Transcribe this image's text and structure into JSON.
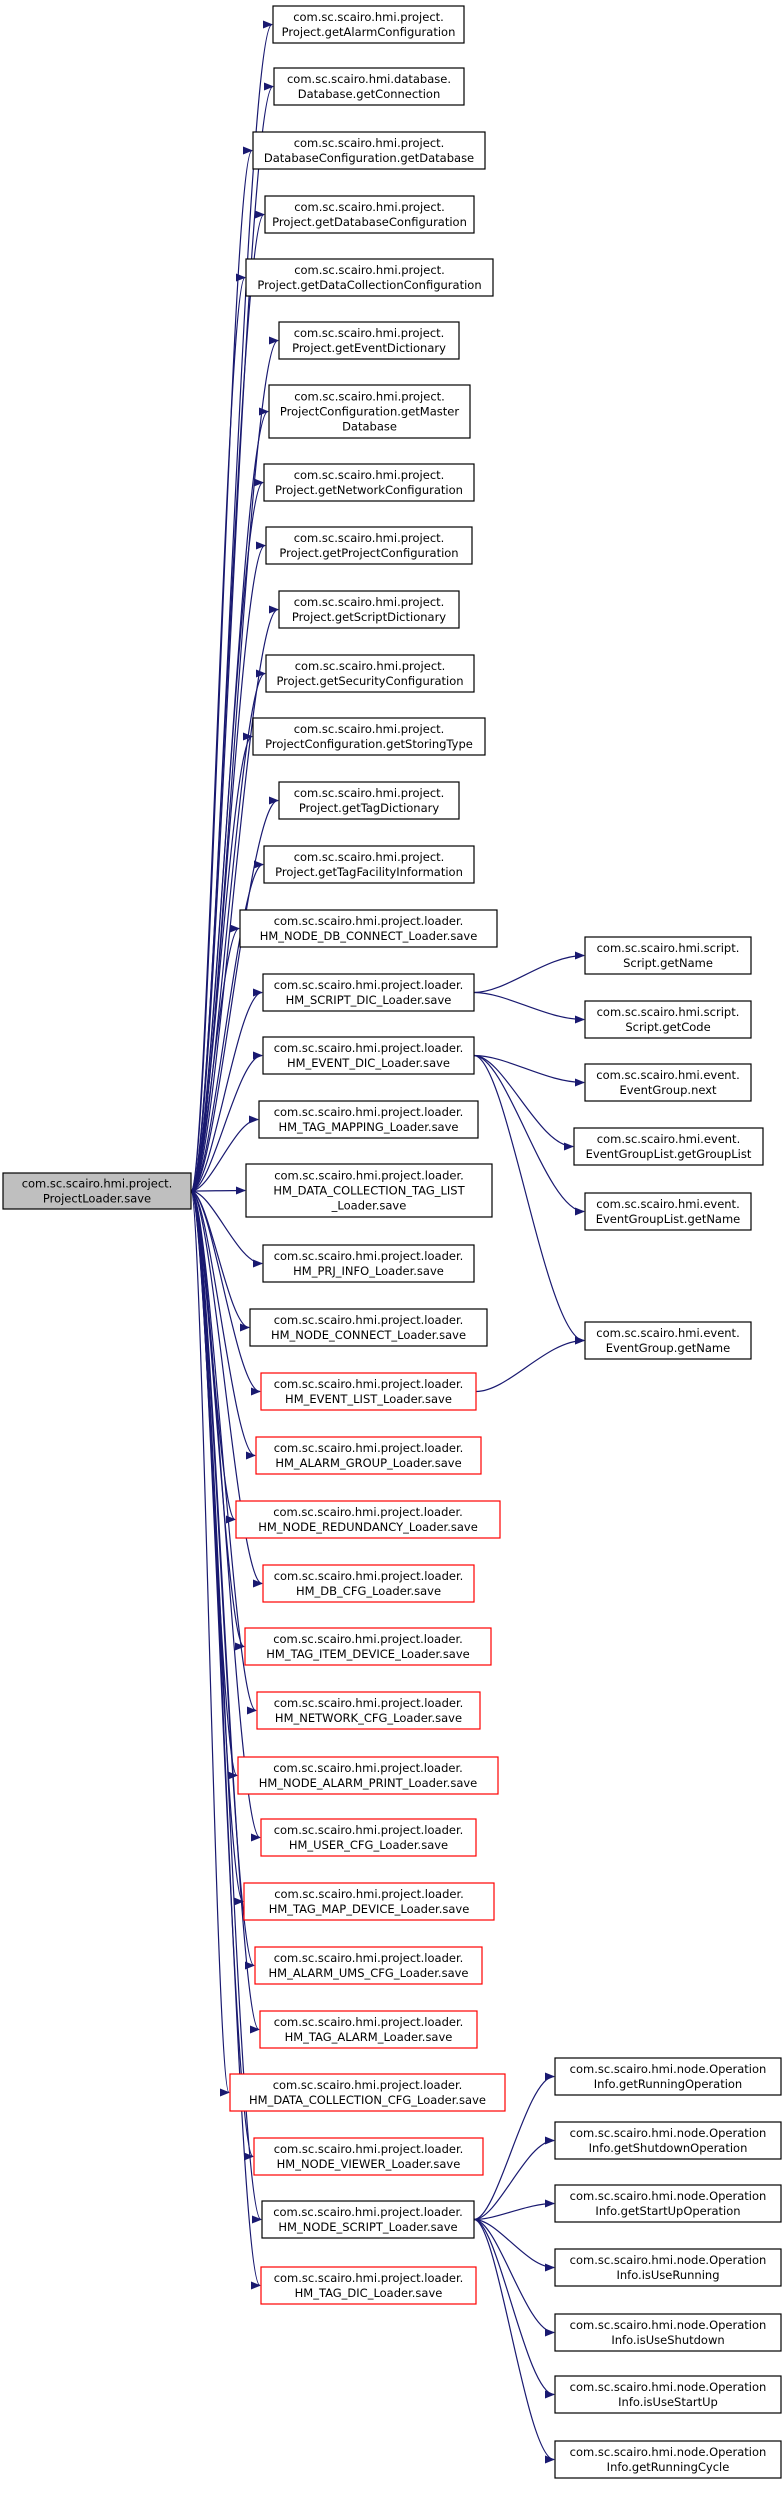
{
  "colors": {
    "edge": "#191970",
    "box_default": "#000000",
    "box_highlight": "#ff0000",
    "root_fill": "#bfbfbf",
    "background": "#ffffff"
  },
  "nodes": [
    {
      "id": "root",
      "lines": [
        "com.sc.scairo.hmi.project.",
        "ProjectLoader.save"
      ],
      "style": "root"
    },
    {
      "id": "getAlarmConfiguration",
      "lines": [
        "com.sc.scairo.hmi.project.",
        "Project.getAlarmConfiguration"
      ],
      "style": "default"
    },
    {
      "id": "getConnection",
      "lines": [
        "com.sc.scairo.hmi.database.",
        "Database.getConnection"
      ],
      "style": "default"
    },
    {
      "id": "getDatabase",
      "lines": [
        "com.sc.scairo.hmi.project.",
        "DatabaseConfiguration.getDatabase"
      ],
      "style": "default"
    },
    {
      "id": "getDatabaseConfiguration",
      "lines": [
        "com.sc.scairo.hmi.project.",
        "Project.getDatabaseConfiguration"
      ],
      "style": "default"
    },
    {
      "id": "getDataCollectionConfiguration",
      "lines": [
        "com.sc.scairo.hmi.project.",
        "Project.getDataCollectionConfiguration"
      ],
      "style": "default"
    },
    {
      "id": "getEventDictionary",
      "lines": [
        "com.sc.scairo.hmi.project.",
        "Project.getEventDictionary"
      ],
      "style": "default"
    },
    {
      "id": "getMasterDatabase",
      "lines": [
        "com.sc.scairo.hmi.project.",
        "ProjectConfiguration.getMaster",
        "Database"
      ],
      "style": "default"
    },
    {
      "id": "getNetworkConfiguration",
      "lines": [
        "com.sc.scairo.hmi.project.",
        "Project.getNetworkConfiguration"
      ],
      "style": "default"
    },
    {
      "id": "getProjectConfiguration",
      "lines": [
        "com.sc.scairo.hmi.project.",
        "Project.getProjectConfiguration"
      ],
      "style": "default"
    },
    {
      "id": "getScriptDictionary",
      "lines": [
        "com.sc.scairo.hmi.project.",
        "Project.getScriptDictionary"
      ],
      "style": "default"
    },
    {
      "id": "getSecurityConfiguration",
      "lines": [
        "com.sc.scairo.hmi.project.",
        "Project.getSecurityConfiguration"
      ],
      "style": "default"
    },
    {
      "id": "getStoringType",
      "lines": [
        "com.sc.scairo.hmi.project.",
        "ProjectConfiguration.getStoringType"
      ],
      "style": "default"
    },
    {
      "id": "getTagDictionary",
      "lines": [
        "com.sc.scairo.hmi.project.",
        "Project.getTagDictionary"
      ],
      "style": "default"
    },
    {
      "id": "getTagFacilityInformation",
      "lines": [
        "com.sc.scairo.hmi.project.",
        "Project.getTagFacilityInformation"
      ],
      "style": "default"
    },
    {
      "id": "nodeDbConnect",
      "lines": [
        "com.sc.scairo.hmi.project.loader.",
        "HM_NODE_DB_CONNECT_Loader.save"
      ],
      "style": "default"
    },
    {
      "id": "scriptDic",
      "lines": [
        "com.sc.scairo.hmi.project.loader.",
        "HM_SCRIPT_DIC_Loader.save"
      ],
      "style": "default"
    },
    {
      "id": "eventDic",
      "lines": [
        "com.sc.scairo.hmi.project.loader.",
        "HM_EVENT_DIC_Loader.save"
      ],
      "style": "default"
    },
    {
      "id": "tagMapping",
      "lines": [
        "com.sc.scairo.hmi.project.loader.",
        "HM_TAG_MAPPING_Loader.save"
      ],
      "style": "default"
    },
    {
      "id": "dataCollectionTagList",
      "lines": [
        "com.sc.scairo.hmi.project.loader.",
        "HM_DATA_COLLECTION_TAG_LIST",
        "_Loader.save"
      ],
      "style": "default"
    },
    {
      "id": "prjInfo",
      "lines": [
        "com.sc.scairo.hmi.project.loader.",
        "HM_PRJ_INFO_Loader.save"
      ],
      "style": "default"
    },
    {
      "id": "nodeConnect",
      "lines": [
        "com.sc.scairo.hmi.project.loader.",
        "HM_NODE_CONNECT_Loader.save"
      ],
      "style": "default"
    },
    {
      "id": "eventList",
      "lines": [
        "com.sc.scairo.hmi.project.loader.",
        "HM_EVENT_LIST_Loader.save"
      ],
      "style": "highlight"
    },
    {
      "id": "alarmGroup",
      "lines": [
        "com.sc.scairo.hmi.project.loader.",
        "HM_ALARM_GROUP_Loader.save"
      ],
      "style": "highlight"
    },
    {
      "id": "nodeRedundancy",
      "lines": [
        "com.sc.scairo.hmi.project.loader.",
        "HM_NODE_REDUNDANCY_Loader.save"
      ],
      "style": "highlight"
    },
    {
      "id": "dbCfg",
      "lines": [
        "com.sc.scairo.hmi.project.loader.",
        "HM_DB_CFG_Loader.save"
      ],
      "style": "highlight"
    },
    {
      "id": "tagItemDevice",
      "lines": [
        "com.sc.scairo.hmi.project.loader.",
        "HM_TAG_ITEM_DEVICE_Loader.save"
      ],
      "style": "highlight"
    },
    {
      "id": "networkCfg",
      "lines": [
        "com.sc.scairo.hmi.project.loader.",
        "HM_NETWORK_CFG_Loader.save"
      ],
      "style": "highlight"
    },
    {
      "id": "nodeAlarmPrint",
      "lines": [
        "com.sc.scairo.hmi.project.loader.",
        "HM_NODE_ALARM_PRINT_Loader.save"
      ],
      "style": "highlight"
    },
    {
      "id": "userCfg",
      "lines": [
        "com.sc.scairo.hmi.project.loader.",
        "HM_USER_CFG_Loader.save"
      ],
      "style": "highlight"
    },
    {
      "id": "tagMapDevice",
      "lines": [
        "com.sc.scairo.hmi.project.loader.",
        "HM_TAG_MAP_DEVICE_Loader.save"
      ],
      "style": "highlight"
    },
    {
      "id": "alarmUmsCfg",
      "lines": [
        "com.sc.scairo.hmi.project.loader.",
        "HM_ALARM_UMS_CFG_Loader.save"
      ],
      "style": "highlight"
    },
    {
      "id": "tagAlarm",
      "lines": [
        "com.sc.scairo.hmi.project.loader.",
        "HM_TAG_ALARM_Loader.save"
      ],
      "style": "highlight"
    },
    {
      "id": "dataCollectionCfg",
      "lines": [
        "com.sc.scairo.hmi.project.loader.",
        "HM_DATA_COLLECTION_CFG_Loader.save"
      ],
      "style": "highlight"
    },
    {
      "id": "nodeViewer",
      "lines": [
        "com.sc.scairo.hmi.project.loader.",
        "HM_NODE_VIEWER_Loader.save"
      ],
      "style": "highlight"
    },
    {
      "id": "nodeScript",
      "lines": [
        "com.sc.scairo.hmi.project.loader.",
        "HM_NODE_SCRIPT_Loader.save"
      ],
      "style": "default"
    },
    {
      "id": "tagDic",
      "lines": [
        "com.sc.scairo.hmi.project.loader.",
        "HM_TAG_DIC_Loader.save"
      ],
      "style": "highlight"
    },
    {
      "id": "scriptGetName",
      "lines": [
        "com.sc.scairo.hmi.script.",
        "Script.getName"
      ],
      "style": "default"
    },
    {
      "id": "scriptGetCode",
      "lines": [
        "com.sc.scairo.hmi.script.",
        "Script.getCode"
      ],
      "style": "default"
    },
    {
      "id": "eventGroupNext",
      "lines": [
        "com.sc.scairo.hmi.event.",
        "EventGroup.next"
      ],
      "style": "default"
    },
    {
      "id": "eventGroupListGetGroupList",
      "lines": [
        "com.sc.scairo.hmi.event.",
        "EventGroupList.getGroupList"
      ],
      "style": "default"
    },
    {
      "id": "eventGroupListGetName",
      "lines": [
        "com.sc.scairo.hmi.event.",
        "EventGroupList.getName"
      ],
      "style": "default"
    },
    {
      "id": "eventGroupGetName",
      "lines": [
        "com.sc.scairo.hmi.event.",
        "EventGroup.getName"
      ],
      "style": "default"
    },
    {
      "id": "opGetRunningOperation",
      "lines": [
        "com.sc.scairo.hmi.node.Operation",
        "Info.getRunningOperation"
      ],
      "style": "default"
    },
    {
      "id": "opGetShutdownOperation",
      "lines": [
        "com.sc.scairo.hmi.node.Operation",
        "Info.getShutdownOperation"
      ],
      "style": "default"
    },
    {
      "id": "opGetStartUpOperation",
      "lines": [
        "com.sc.scairo.hmi.node.Operation",
        "Info.getStartUpOperation"
      ],
      "style": "default"
    },
    {
      "id": "opIsUseRunning",
      "lines": [
        "com.sc.scairo.hmi.node.Operation",
        "Info.isUseRunning"
      ],
      "style": "default"
    },
    {
      "id": "opIsUseShutdown",
      "lines": [
        "com.sc.scairo.hmi.node.Operation",
        "Info.isUseShutdown"
      ],
      "style": "default"
    },
    {
      "id": "opIsUseStartUp",
      "lines": [
        "com.sc.scairo.hmi.node.Operation",
        "Info.isUseStartUp"
      ],
      "style": "default"
    },
    {
      "id": "opGetRunningCycle",
      "lines": [
        "com.sc.scairo.hmi.node.Operation",
        "Info.getRunningCycle"
      ],
      "style": "default"
    }
  ],
  "edges": [
    [
      "root",
      "getAlarmConfiguration"
    ],
    [
      "root",
      "getConnection"
    ],
    [
      "root",
      "getDatabase"
    ],
    [
      "root",
      "getDatabaseConfiguration"
    ],
    [
      "root",
      "getDataCollectionConfiguration"
    ],
    [
      "root",
      "getEventDictionary"
    ],
    [
      "root",
      "getMasterDatabase"
    ],
    [
      "root",
      "getNetworkConfiguration"
    ],
    [
      "root",
      "getProjectConfiguration"
    ],
    [
      "root",
      "getScriptDictionary"
    ],
    [
      "root",
      "getSecurityConfiguration"
    ],
    [
      "root",
      "getStoringType"
    ],
    [
      "root",
      "getTagDictionary"
    ],
    [
      "root",
      "getTagFacilityInformation"
    ],
    [
      "root",
      "nodeDbConnect"
    ],
    [
      "root",
      "scriptDic"
    ],
    [
      "root",
      "eventDic"
    ],
    [
      "root",
      "tagMapping"
    ],
    [
      "root",
      "dataCollectionTagList"
    ],
    [
      "root",
      "prjInfo"
    ],
    [
      "root",
      "nodeConnect"
    ],
    [
      "root",
      "eventList"
    ],
    [
      "root",
      "alarmGroup"
    ],
    [
      "root",
      "nodeRedundancy"
    ],
    [
      "root",
      "dbCfg"
    ],
    [
      "root",
      "tagItemDevice"
    ],
    [
      "root",
      "networkCfg"
    ],
    [
      "root",
      "nodeAlarmPrint"
    ],
    [
      "root",
      "userCfg"
    ],
    [
      "root",
      "tagMapDevice"
    ],
    [
      "root",
      "alarmUmsCfg"
    ],
    [
      "root",
      "tagAlarm"
    ],
    [
      "root",
      "dataCollectionCfg"
    ],
    [
      "root",
      "nodeViewer"
    ],
    [
      "root",
      "nodeScript"
    ],
    [
      "root",
      "tagDic"
    ],
    [
      "scriptDic",
      "scriptGetName"
    ],
    [
      "scriptDic",
      "scriptGetCode"
    ],
    [
      "eventDic",
      "eventGroupNext"
    ],
    [
      "eventDic",
      "eventGroupListGetGroupList"
    ],
    [
      "eventDic",
      "eventGroupListGetName"
    ],
    [
      "eventDic",
      "eventGroupGetName"
    ],
    [
      "eventList",
      "eventGroupGetName"
    ],
    [
      "nodeScript",
      "opGetRunningOperation"
    ],
    [
      "nodeScript",
      "opGetShutdownOperation"
    ],
    [
      "nodeScript",
      "opGetStartUpOperation"
    ],
    [
      "nodeScript",
      "opIsUseRunning"
    ],
    [
      "nodeScript",
      "opIsUseShutdown"
    ],
    [
      "nodeScript",
      "opIsUseStartUp"
    ],
    [
      "nodeScript",
      "opGetRunningCycle"
    ]
  ]
}
